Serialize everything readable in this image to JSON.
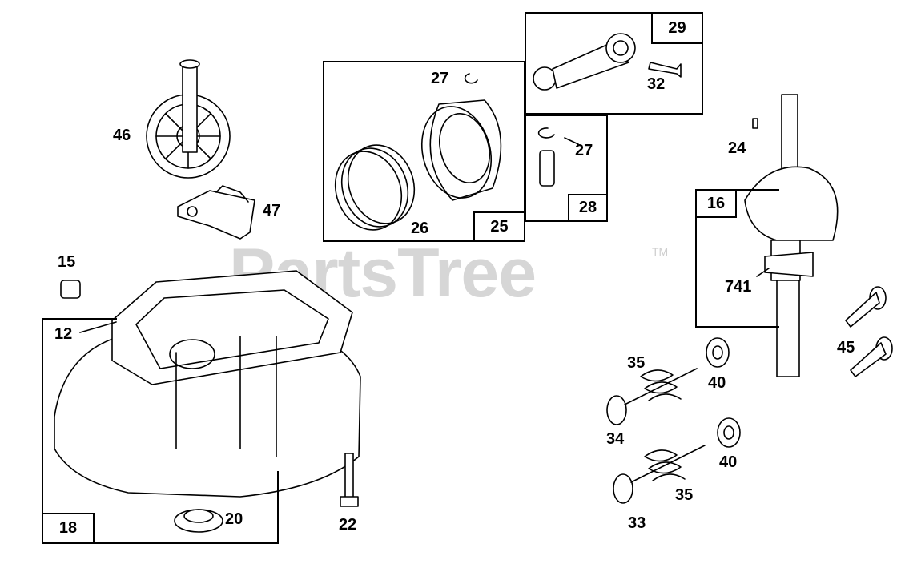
{
  "watermark": {
    "brand": "PartsTree",
    "tm": "TM"
  },
  "parts": {
    "p12": "12",
    "p15": "15",
    "p16": "16",
    "p18": "18",
    "p20": "20",
    "p22": "22",
    "p24": "24",
    "p25": "25",
    "p26": "26",
    "p27a": "27",
    "p27b": "27",
    "p28": "28",
    "p29": "29",
    "p32": "32",
    "p33": "33",
    "p34": "34",
    "p35a": "35",
    "p35b": "35",
    "p40a": "40",
    "p40b": "40",
    "p45": "45",
    "p46": "46",
    "p47": "47",
    "p741": "741"
  }
}
